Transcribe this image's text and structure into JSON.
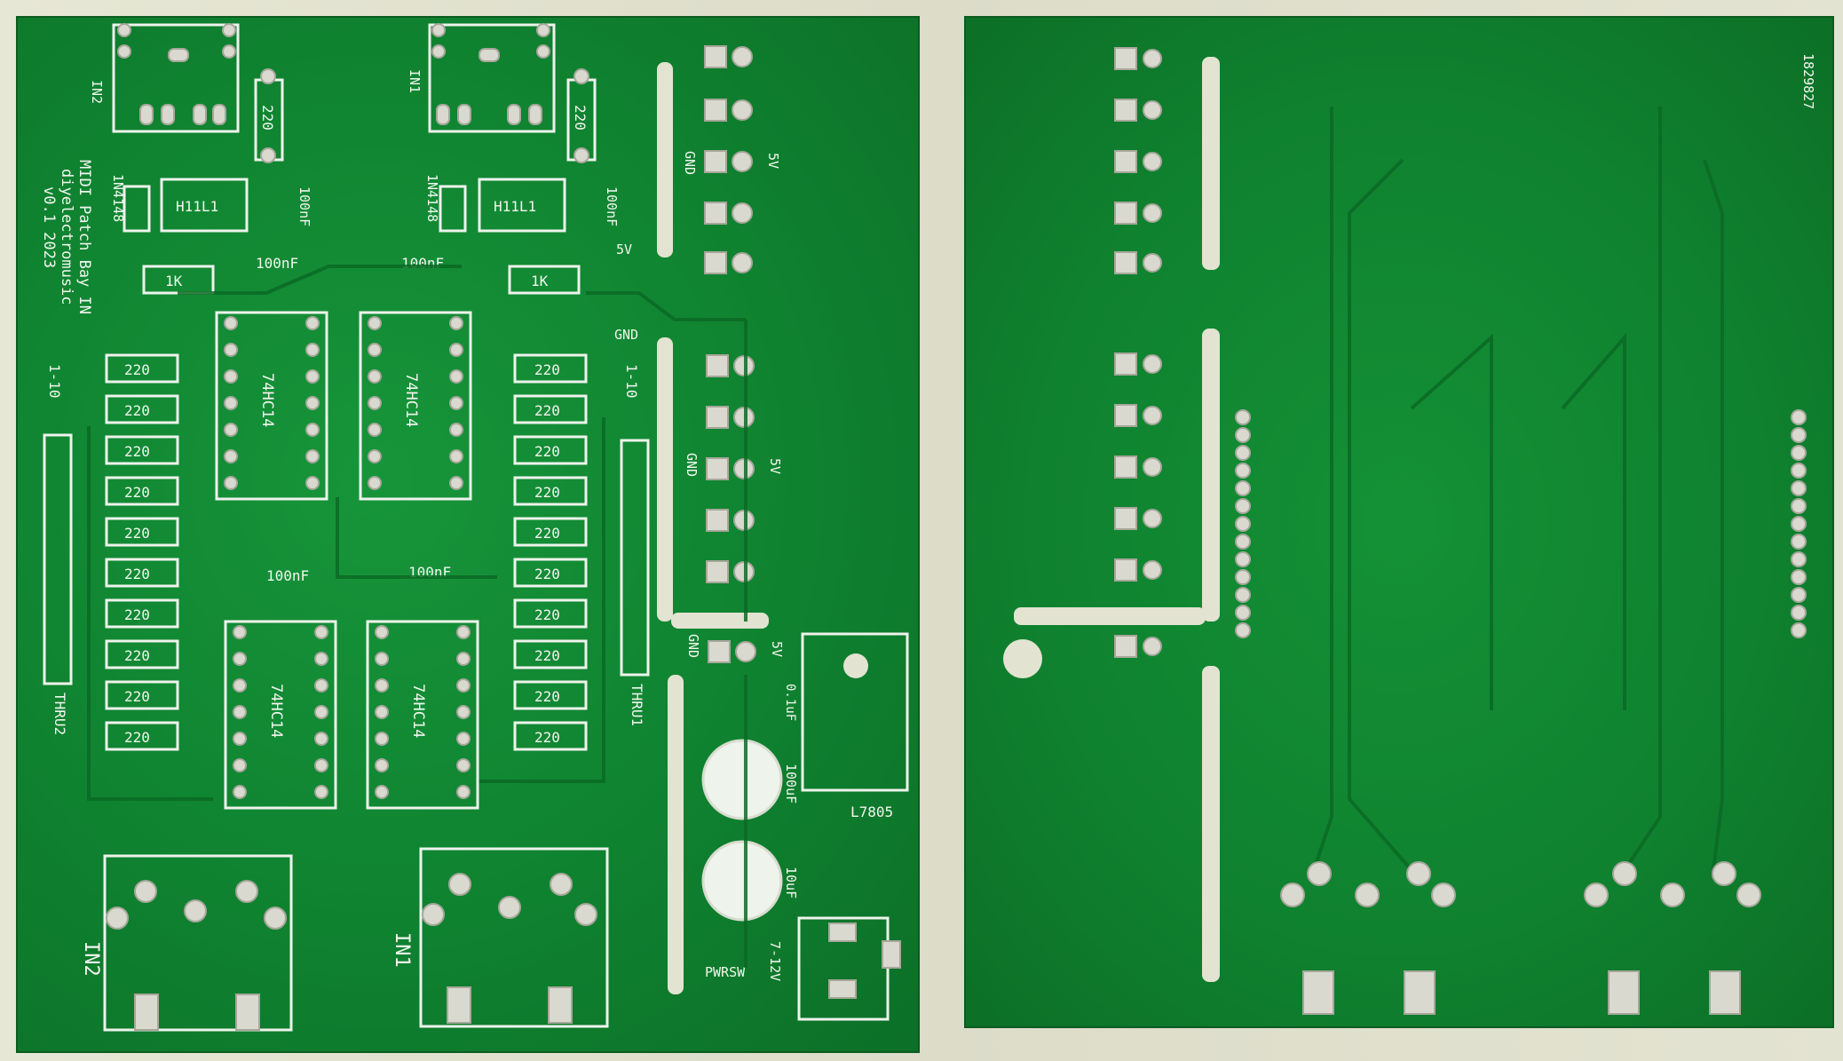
{
  "front": {
    "title_block": [
      "MIDI Patch Bay IN",
      "diyelectromusic",
      "v0.1 2023"
    ],
    "connector_top_left": "IN2",
    "connector_top_right": "IN1",
    "jack_left": "IN2",
    "jack_right": "IN1",
    "diode_left": "1N4148",
    "diode_right": "1N4148",
    "optocoupler": "H11L1",
    "resistor_top": "220",
    "resistor_1k": "1K",
    "cap_100nf": "100nF",
    "ic_label": "74HC14",
    "res_array": "220",
    "header_left_top": "1-10",
    "header_left_bottom": "THRU2",
    "header_right_top": "1-10",
    "header_right_bottom": "THRU1",
    "power_gnd": "GND",
    "power_5v": "5V",
    "cap_01uf": "0.1uF",
    "cap_100uf": "100uF",
    "cap_10uf": "10uF",
    "regulator": "L7805",
    "pwrsw": "PWRSW",
    "supply": "7-12V"
  },
  "back": {
    "board_id": "1829827"
  }
}
